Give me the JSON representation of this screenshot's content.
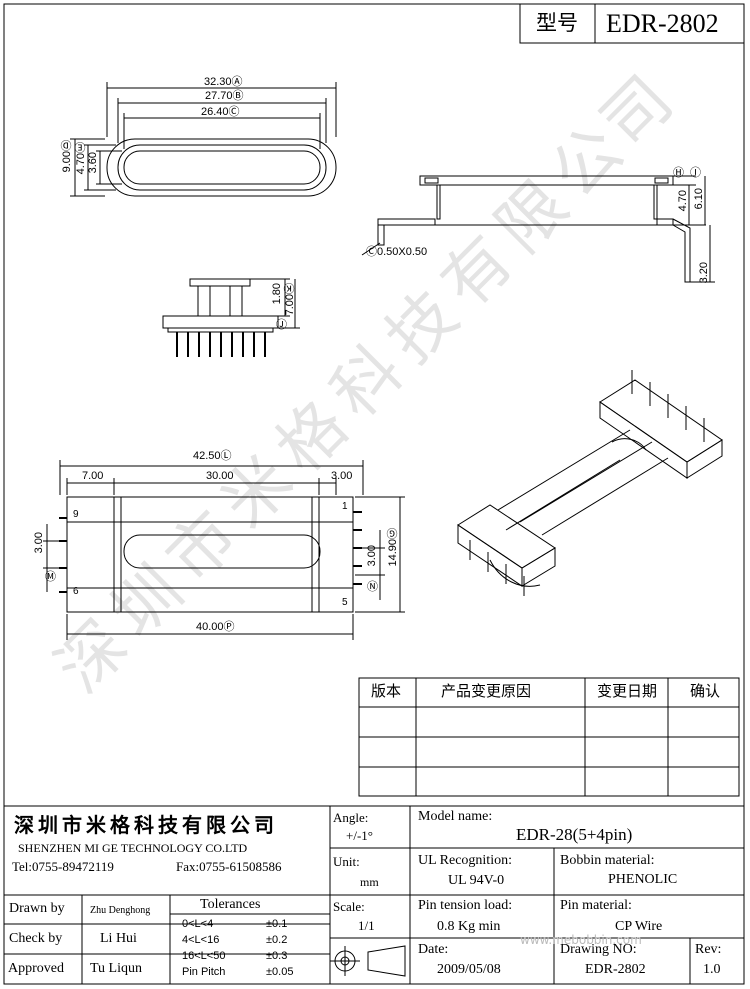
{
  "header": {
    "model_label": "型号",
    "model_value": "EDR-2802"
  },
  "watermark": {
    "text": [
      "深",
      "圳",
      "市",
      "米",
      "格",
      "科",
      "技",
      "有",
      "限",
      "公",
      "司"
    ]
  },
  "dimensions": {
    "top_a": "32.30Ⓐ",
    "top_b": "27.70Ⓑ",
    "top_c": "26.40Ⓒ",
    "left_d": "9.00Ⓓ",
    "left_e": "4.70Ⓔ",
    "left_f": "3.60",
    "side_h": "4.70",
    "side_i": "6.10",
    "side_h_mark": "Ⓗ",
    "side_i_mark": "Ⓘ",
    "side_pin": "3.20",
    "chamfer": "Ⓒ0.50X0.50",
    "front_1": "1.80",
    "front_2": "7.00Ⓚ",
    "front_j": "Ⓙ",
    "bottom_l": "42.50Ⓛ",
    "bottom_700": "7.00",
    "bottom_3000": "30.00",
    "bottom_300": "3.00",
    "bottom_p": "40.00Ⓟ",
    "bottom_left300": "3.00",
    "bottom_m": "Ⓜ",
    "bottom_right300": "3.00",
    "bottom_g": "14.90Ⓖ",
    "bottom_n": "Ⓝ",
    "pin_9": "9",
    "pin_6": "6",
    "pin_1": "1",
    "pin_5": "5"
  },
  "revision_table": {
    "headers": [
      "版本",
      "产品变更原因",
      "变更日期",
      "确认"
    ],
    "rows": [
      [
        "",
        "",
        "",
        ""
      ],
      [
        "",
        "",
        "",
        ""
      ],
      [
        "",
        "",
        "",
        ""
      ]
    ]
  },
  "title_block": {
    "company_cn": "深圳市米格科技有限公司",
    "company_en": "SHENZHEN  MI GE TECHNOLOGY  CO.LTD",
    "tel": "Tel:0755-89472119",
    "fax": "Fax:0755-61508586",
    "angle_label": "Angle:",
    "angle_value": "+/-1°",
    "unit_label": "Unit:",
    "unit_value": "mm",
    "scale_label": "Scale:",
    "scale_value": "1/1",
    "model_name_label": "Model name:",
    "model_name_value": "EDR-28(5+4pin)",
    "ul_label": "UL Recognition:",
    "ul_value": "UL 94V-0",
    "bobbin_label": "Bobbin material:",
    "bobbin_value": "PHENOLIC",
    "pin_tension_label": "Pin tension load:",
    "pin_tension_value": "0.8 Kg min",
    "pin_material_label": "Pin material:",
    "pin_material_value": "CP Wire",
    "date_label": "Date:",
    "date_value": "2009/05/08",
    "drawing_no_label": "Drawing NO:",
    "drawing_no_value": "EDR-2802",
    "rev_label": "Rev:",
    "rev_value": "1.0",
    "drawn_by_label": "Drawn by",
    "drawn_by_value": "Zhu Denghong",
    "check_by_label": "Check by",
    "check_by_value": "Li Hui",
    "approved_label": "Approved",
    "approved_value": "Tu Liqun",
    "tolerances_title": "Tolerances",
    "tolerances": [
      {
        "range": "0<L<4",
        "value": "±0.1"
      },
      {
        "range": "4<L<16",
        "value": "±0.2"
      },
      {
        "range": "16<L<50",
        "value": "±0.3"
      },
      {
        "range": "Pin Pitch",
        "value": "±0.05"
      }
    ],
    "website": "www.mebobbin.com"
  }
}
